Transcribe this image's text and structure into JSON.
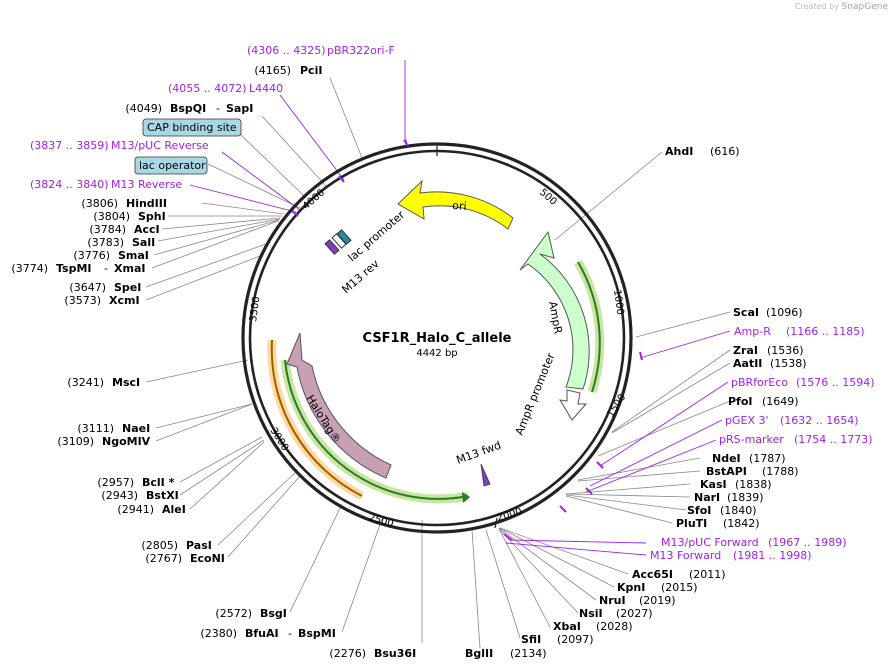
{
  "credit": {
    "prefix": "Created by",
    "brand": "SnapGene"
  },
  "plasmid": {
    "name": "CSF1R_Halo_C_allele",
    "size": "4442 bp",
    "length": 4442
  },
  "ticks": [
    "500",
    "1000",
    "1500",
    "2000",
    "2500",
    "3000",
    "3500",
    "4000"
  ],
  "features": [
    {
      "name": "ori",
      "color": "#ffff00"
    },
    {
      "name": "AmpR",
      "color": "#ccffcc"
    },
    {
      "name": "AmpR promoter",
      "color": "#ffffff"
    },
    {
      "name": "HaloTag®",
      "color": "#c8a0b4"
    },
    {
      "name": "lac promoter",
      "color": "#ffffff"
    },
    {
      "name": "M13 rev",
      "color": "#7f3fbf"
    },
    {
      "name": "M13 fwd",
      "color": "#7f3fbf"
    }
  ],
  "boxed_labels": [
    {
      "text": "CAP binding site"
    },
    {
      "text": "lac operator"
    }
  ],
  "sites_left": [
    {
      "pos": "(4165)",
      "name": "PciI"
    },
    {
      "pos": "(4049)",
      "name": "BspQI",
      "alt": "SapI"
    },
    {
      "pos": "(3806)",
      "name": "HindIII"
    },
    {
      "pos": "(3804)",
      "name": "SphI"
    },
    {
      "pos": "(3784)",
      "name": "AccI"
    },
    {
      "pos": "(3783)",
      "name": "SalI"
    },
    {
      "pos": "(3776)",
      "name": "SmaI"
    },
    {
      "pos": "(3774)",
      "name": "TspMI",
      "alt": "XmaI"
    },
    {
      "pos": "(3647)",
      "name": "SpeI"
    },
    {
      "pos": "(3573)",
      "name": "XcmI"
    },
    {
      "pos": "(3241)",
      "name": "MscI"
    },
    {
      "pos": "(3111)",
      "name": "NaeI"
    },
    {
      "pos": "(3109)",
      "name": "NgoMIV"
    },
    {
      "pos": "(2957)",
      "name": "BclI *"
    },
    {
      "pos": "(2943)",
      "name": "BstXI"
    },
    {
      "pos": "(2941)",
      "name": "AleI"
    },
    {
      "pos": "(2805)",
      "name": "PasI"
    },
    {
      "pos": "(2767)",
      "name": "EcoNI"
    },
    {
      "pos": "(2572)",
      "name": "BsgI"
    },
    {
      "pos": "(2380)",
      "name": "BfuAI",
      "alt": "BspMI"
    },
    {
      "pos": "(2276)",
      "name": "Bsu36I"
    }
  ],
  "sites_right": [
    {
      "name": "AhdI",
      "pos": "(616)"
    },
    {
      "name": "ScaI",
      "pos": "(1096)"
    },
    {
      "name": "ZraI",
      "pos": "(1536)"
    },
    {
      "name": "AatII",
      "pos": "(1538)"
    },
    {
      "name": "PfoI",
      "pos": "(1649)"
    },
    {
      "name": "NdeI",
      "pos": "(1787)"
    },
    {
      "name": "BstAPI",
      "pos": "(1788)"
    },
    {
      "name": "KasI",
      "pos": "(1838)"
    },
    {
      "name": "NarI",
      "pos": "(1839)"
    },
    {
      "name": "SfoI",
      "pos": "(1840)"
    },
    {
      "name": "PluTI",
      "pos": "(1842)"
    },
    {
      "name": "Acc65I",
      "pos": "(2011)"
    },
    {
      "name": "KpnI",
      "pos": "(2015)"
    },
    {
      "name": "NruI",
      "pos": "(2019)"
    },
    {
      "name": "NsiI",
      "pos": "(2027)"
    },
    {
      "name": "XbaI",
      "pos": "(2028)"
    },
    {
      "name": "SfiI",
      "pos": "(2097)"
    },
    {
      "name": "BglII",
      "pos": "(2134)"
    }
  ],
  "primers": [
    {
      "range": "(4306 .. 4325)",
      "name": "pBR322ori-F"
    },
    {
      "range": "(4055 .. 4072)",
      "name": "L4440"
    },
    {
      "range": "(3837 .. 3859)",
      "name": "M13/pUC Reverse"
    },
    {
      "range": "(3824 .. 3840)",
      "name": "M13 Reverse"
    },
    {
      "range": "(1166 .. 1185)",
      "name": "Amp-R"
    },
    {
      "range": "(1576 .. 1594)",
      "name": "pBRforEco"
    },
    {
      "range": "(1632 .. 1654)",
      "name": "pGEX 3'"
    },
    {
      "range": "(1754 .. 1773)",
      "name": "pRS-marker"
    },
    {
      "range": "(1967 .. 1989)",
      "name": "M13/pUC Forward"
    },
    {
      "range": "(1981 .. 1998)",
      "name": "M13 Forward"
    }
  ],
  "colors": {
    "backbone": "#222222",
    "primer": "#a020f0",
    "line": "#888888"
  }
}
